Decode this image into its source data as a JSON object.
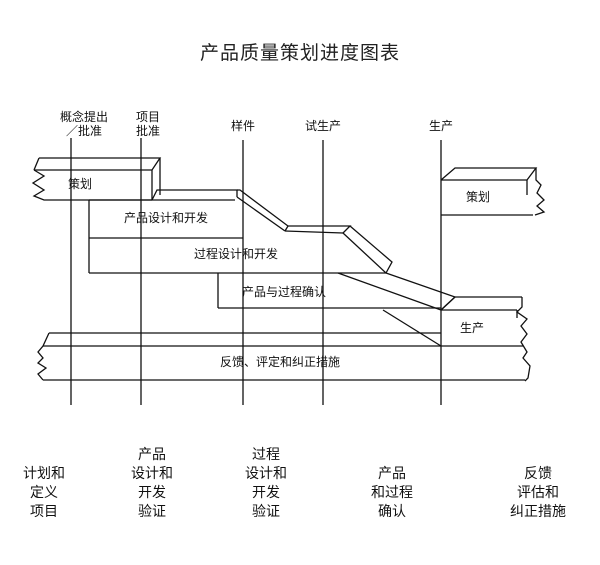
{
  "title": "产品质量策划进度图表",
  "milestones": [
    {
      "id": "concept",
      "lines": [
        "概念提出",
        "／批准"
      ]
    },
    {
      "id": "project",
      "lines": [
        "项目",
        "批准"
      ]
    },
    {
      "id": "prototype",
      "lines": [
        "样件"
      ]
    },
    {
      "id": "pilot",
      "lines": [
        "试生产"
      ]
    },
    {
      "id": "launch",
      "lines": [
        "生产"
      ]
    }
  ],
  "bars": {
    "planning_left": "策划",
    "planning_right": "策划",
    "product_design": "产品设计和开发",
    "process_design": "过程设计和开发",
    "validation": "产品与过程确认",
    "production": "生产",
    "feedback": "反馈、评定和纠正措施"
  },
  "phases": [
    {
      "id": "plan-define",
      "lines": [
        "计划和",
        "定义",
        "项目"
      ]
    },
    {
      "id": "product-design",
      "lines": [
        "产品",
        "设计和",
        "开发",
        "验证"
      ]
    },
    {
      "id": "process-design",
      "lines": [
        "过程",
        "设计和",
        "开发",
        "验证"
      ]
    },
    {
      "id": "validation",
      "lines": [
        "产品",
        "和过程",
        "确认"
      ]
    },
    {
      "id": "feedback",
      "lines": [
        "反馈",
        "评估和",
        "纠正措施"
      ]
    }
  ]
}
